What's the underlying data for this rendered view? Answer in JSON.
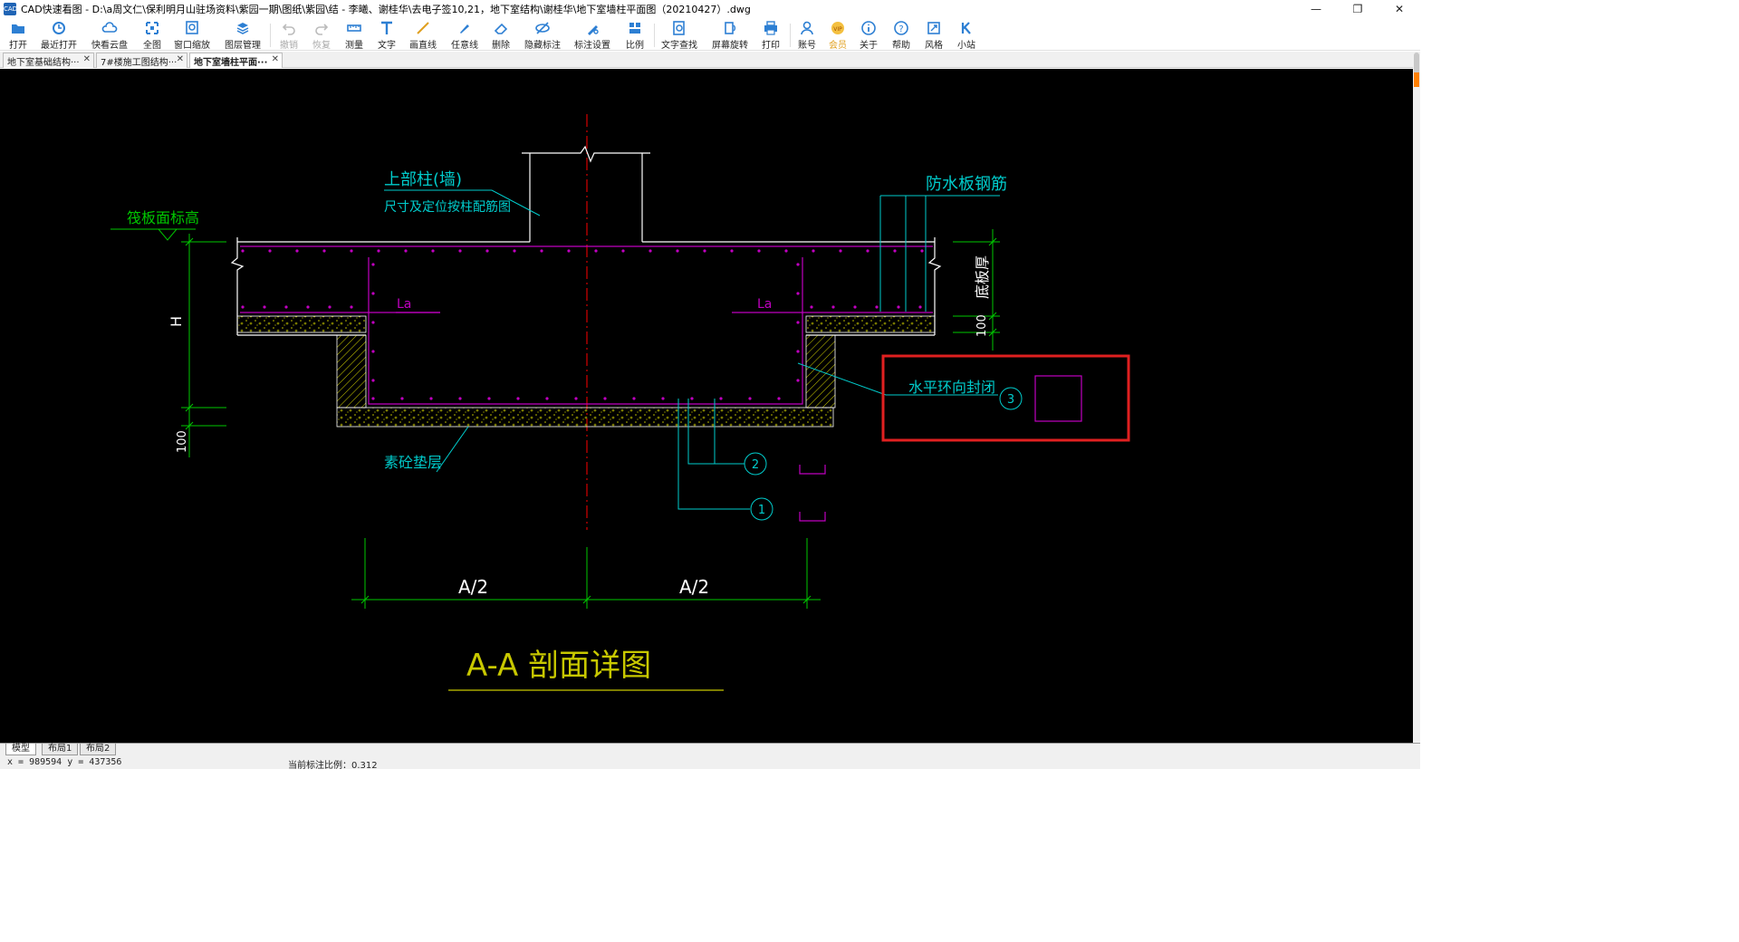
{
  "window": {
    "app_icon_text": "CAD",
    "title": "CAD快速看图 - D:\\a周文仁\\保利明月山驻场资料\\紫园一期\\图纸\\紫园\\结 - 李曦、谢桂华\\去电子签10,21，地下室结构\\谢桂华\\地下室墙柱平面图（20210427）.dwg",
    "minimize": "—",
    "restore": "❐",
    "close": "✕"
  },
  "toolbar": {
    "items": [
      {
        "label": "打开",
        "icon": "open-folder-icon"
      },
      {
        "label": "最近打开",
        "icon": "recent-icon"
      },
      {
        "label": "快看云盘",
        "icon": "cloud-icon"
      },
      {
        "label": "全图",
        "icon": "fit-all-icon"
      },
      {
        "label": "窗口缩放",
        "icon": "zoom-window-icon"
      },
      {
        "label": "图层管理",
        "icon": "layers-icon"
      },
      {
        "label": "撤销",
        "icon": "undo-icon"
      },
      {
        "label": "恢复",
        "icon": "redo-icon"
      },
      {
        "label": "测量",
        "icon": "measure-icon"
      },
      {
        "label": "文字",
        "icon": "text-icon"
      },
      {
        "label": "画直线",
        "icon": "line-icon"
      },
      {
        "label": "任意线",
        "icon": "freehand-icon"
      },
      {
        "label": "删除",
        "icon": "eraser-icon"
      },
      {
        "label": "隐藏标注",
        "icon": "hide-annotation-icon"
      },
      {
        "label": "标注设置",
        "icon": "annotation-settings-icon"
      },
      {
        "label": "比例",
        "icon": "scale-icon"
      },
      {
        "label": "文字查找",
        "icon": "text-search-icon"
      },
      {
        "label": "屏幕旋转",
        "icon": "rotate-screen-icon"
      },
      {
        "label": "打印",
        "icon": "print-icon"
      },
      {
        "label": "账号",
        "icon": "account-icon"
      },
      {
        "label": "会员",
        "icon": "vip-icon"
      },
      {
        "label": "关于",
        "icon": "info-icon"
      },
      {
        "label": "帮助",
        "icon": "help-icon"
      },
      {
        "label": "风格",
        "icon": "style-icon"
      },
      {
        "label": "小站",
        "icon": "station-icon"
      }
    ]
  },
  "tabs": [
    {
      "label": "地下室基础结构···",
      "close": "✕"
    },
    {
      "label": "7#楼施工图结构···",
      "close": "✕"
    },
    {
      "label": "地下室墙柱平面···",
      "close": "✕",
      "active": true
    }
  ],
  "drawing": {
    "label_upper_column": "上部柱(墙)",
    "label_upper_column_note": "尺寸及定位按柱配筋图",
    "label_raft_top": "筏板面标高",
    "label_waterproof_rebar": "防水板钢筋",
    "label_slab_thickness": "底板厚",
    "label_h": "H",
    "label_100_left": "100",
    "label_100_right": "100",
    "label_la_left": "La",
    "label_la_right": "La",
    "label_concrete_cushion": "素砼垫层",
    "label_horizontal_closure": "水平环向封闭",
    "callout_1": "1",
    "callout_2": "2",
    "callout_3": "3",
    "label_a_half_left": "A/2",
    "label_a_half_right": "A/2",
    "section_title": "A-A 剖面详图",
    "colors": {
      "cyan": "#00cccc",
      "green": "#00c800",
      "magenta": "#c000c0",
      "red": "#ff0000",
      "yellow": "#c8c800",
      "highlight_box": "#e02020"
    }
  },
  "layout_tabs": [
    {
      "label": "模型",
      "active": true
    },
    {
      "label": "布局1"
    },
    {
      "label": "布局2"
    }
  ],
  "status": {
    "coords": "x = 989594  y = 437356",
    "scale": "当前标注比例：0.312"
  }
}
